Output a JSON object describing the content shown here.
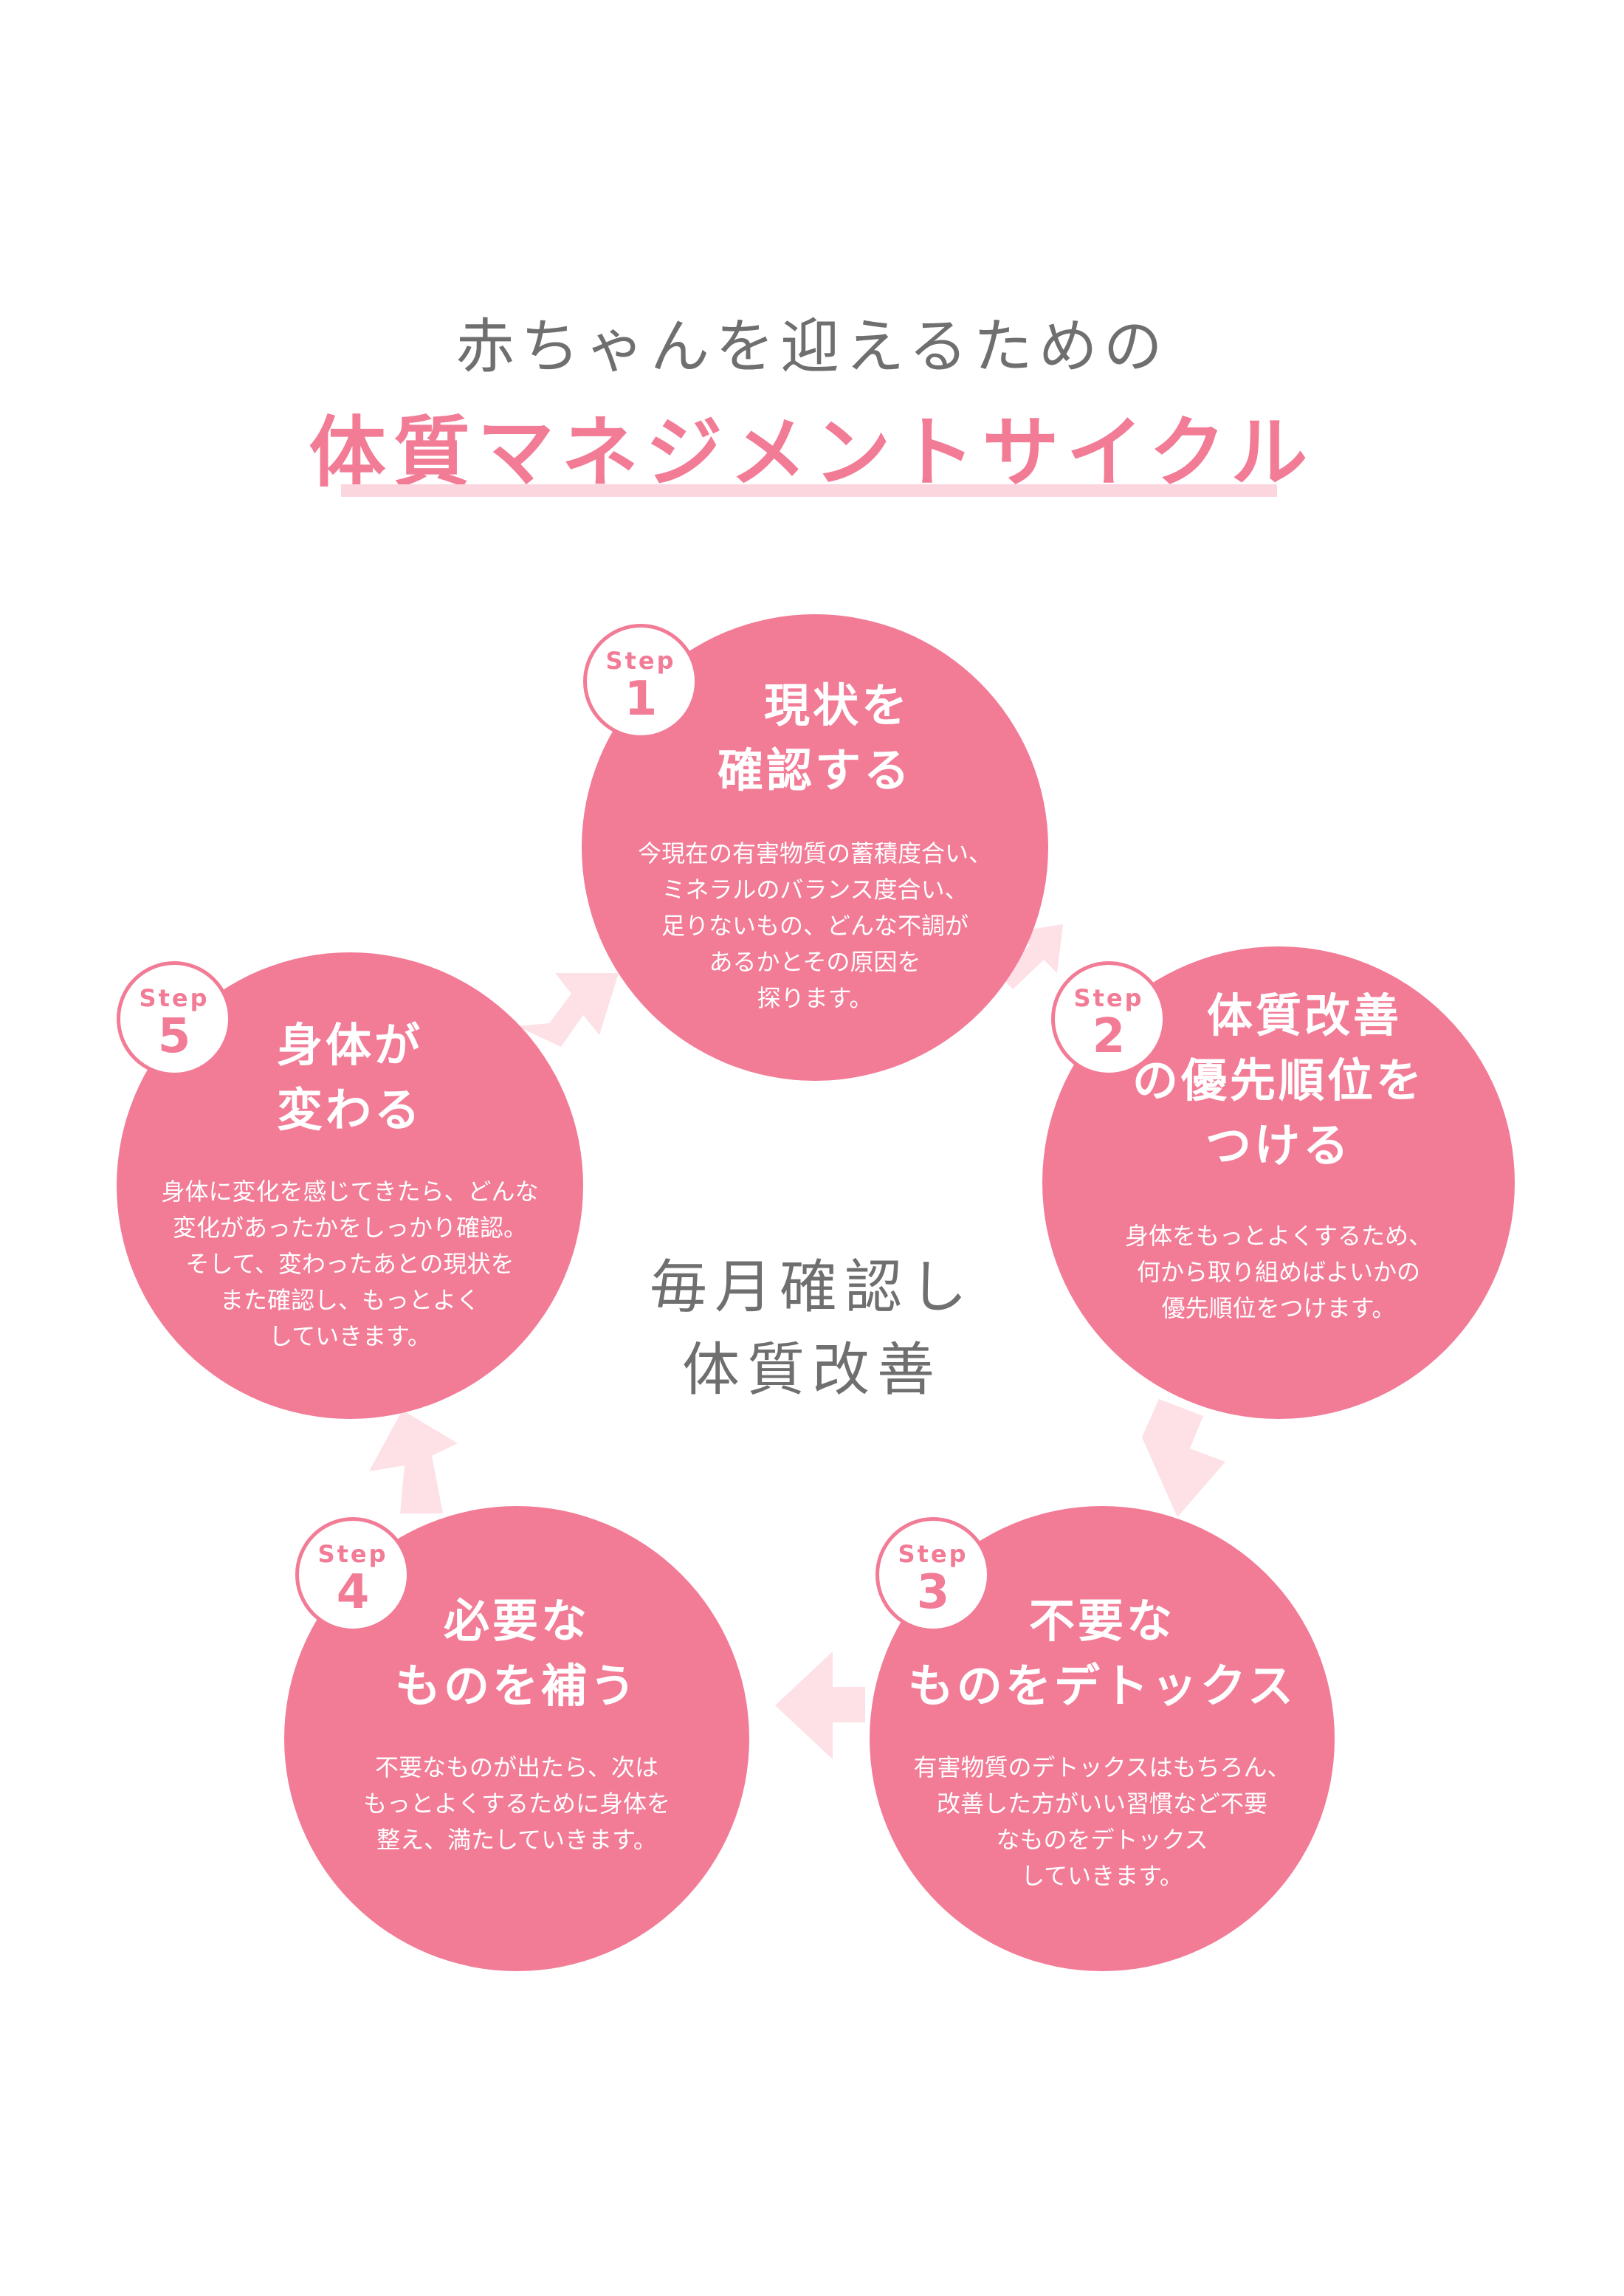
{
  "header": {
    "subtitle": "赤ちゃんを迎えるための",
    "title": "体質マネジメントサイクル"
  },
  "center": {
    "lines": [
      "毎月確認し",
      "体質改善"
    ]
  },
  "colors": {
    "accent": "#f27b96",
    "arrow": "#fde1e6",
    "text_gray": "#6f6f6f",
    "underline": "#fbd6de"
  },
  "steps": [
    {
      "label": "Step",
      "number": "1",
      "heading": [
        "現状を",
        "確認する"
      ],
      "description": [
        "今現在の有害物質の蓄積度合い、",
        "ミネラルのバランス度合い、",
        "足りないもの、どんな不調が",
        "あるかとその原因を",
        "探ります。"
      ]
    },
    {
      "label": "Step",
      "number": "2",
      "heading": [
        "体質改善",
        "の優先順位を",
        "つける"
      ],
      "description": [
        "身体をもっとよくするため、",
        "何から取り組めばよいかの",
        "優先順位をつけます。"
      ]
    },
    {
      "label": "Step",
      "number": "3",
      "heading": [
        "不要な",
        "ものをデトックス"
      ],
      "description": [
        "有害物質のデトックスはもちろん、",
        "改善した方がいい習慣など不要",
        "なものをデトックス",
        "していきます。"
      ]
    },
    {
      "label": "Step",
      "number": "4",
      "heading": [
        "必要な",
        "ものを補う"
      ],
      "description": [
        "不要なものが出たら、次は",
        "もっとよくするために身体を",
        "整え、満たしていきます。"
      ]
    },
    {
      "label": "Step",
      "number": "5",
      "heading": [
        "身体が",
        "変わる"
      ],
      "description": [
        "身体に変化を感じてきたら、どんな",
        "変化があったかをしっかり確認。",
        "そして、変わったあとの現状を",
        "また確認し、もっとよく",
        "していきます。"
      ]
    }
  ]
}
